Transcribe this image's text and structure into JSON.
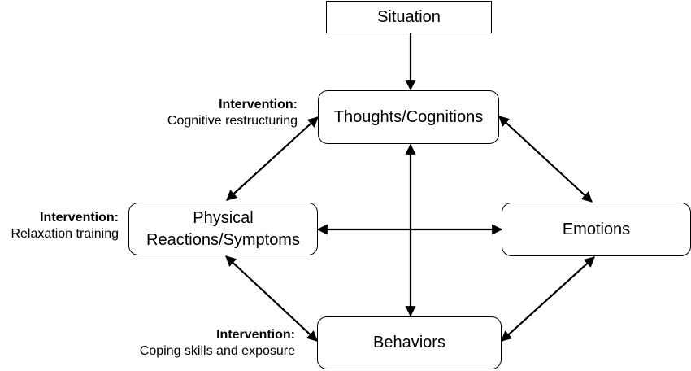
{
  "nodes": {
    "situation": "Situation",
    "thoughts": "Thoughts/Cognitions",
    "physical_line1": "Physical",
    "physical_line2": "Reactions/Symptoms",
    "emotions": "Emotions",
    "behaviors": "Behaviors"
  },
  "interventions": {
    "cognitive": {
      "title": "Intervention:",
      "text": "Cognitive restructuring"
    },
    "relaxation": {
      "title": "Intervention:",
      "text": "Relaxation training"
    },
    "coping": {
      "title": "Intervention:",
      "text": "Coping skills and exposure"
    }
  },
  "colors": {
    "line": "#000000",
    "box_border": "#000000",
    "background": "#ffffff"
  }
}
